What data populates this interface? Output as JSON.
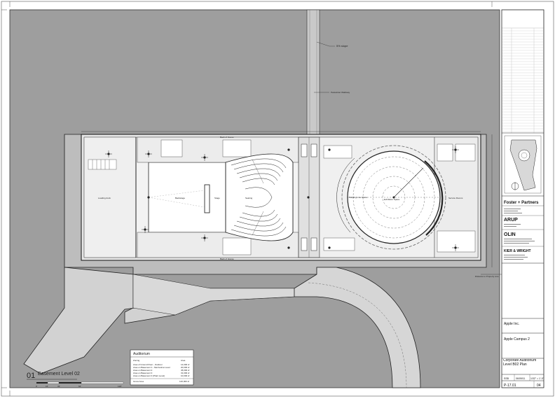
{
  "plan": {
    "annotations": {
      "slope": "5% slope",
      "walkway": "Pedestrian Walkway",
      "loading_dock": "Loading dock",
      "backstage": "Backstage",
      "stage": "Stage",
      "seating": "Seating",
      "back_of_house_top": "Back of House",
      "back_of_house_bottom": "Back of House",
      "exhibition": "Exhibition Space",
      "building_line": "Building Line Above",
      "service_rooms": "Service Rooms",
      "property_line": "Distance to Property Line"
    },
    "summary_box": {
      "title": "Auditorium",
      "head_left": "Zoning",
      "head_right": "Area",
      "rows": [
        {
          "label": "Area of Ground Floor - Outdoor",
          "value": "14,000 sf"
        },
        {
          "label": "Area on Basement 1 - Mezzanine Level",
          "value": "20,000 sf"
        },
        {
          "label": "Area on Basement 2",
          "value": "45,000 sf"
        },
        {
          "label": "Area on Basement 3",
          "value": "31,000 sf"
        },
        {
          "label": "Area on Basement 3 (Plant Level)",
          "value": "10,000 sf"
        }
      ],
      "total_label": "Gross Area",
      "total_value": "120,000 sf"
    },
    "drawing_title": {
      "number": "01",
      "name": "Basement Level 02",
      "scale_labels": [
        "0'",
        "16'",
        "32'",
        "64'",
        "128'"
      ]
    }
  },
  "title_block": {
    "firms": [
      "Foster + Partners",
      "ARUP",
      "OLIN",
      "KIER & WRIGHT"
    ],
    "client": "Apple Inc.",
    "project": "Apple Campus 2",
    "drawing_title": "Corporate Auditorium Level B02 Plan",
    "issue_code": "SSB",
    "date": "06/09/11",
    "scale": "1/32\" = 1'-0\"",
    "sheet_number": "P-17.01",
    "revision": "04"
  }
}
